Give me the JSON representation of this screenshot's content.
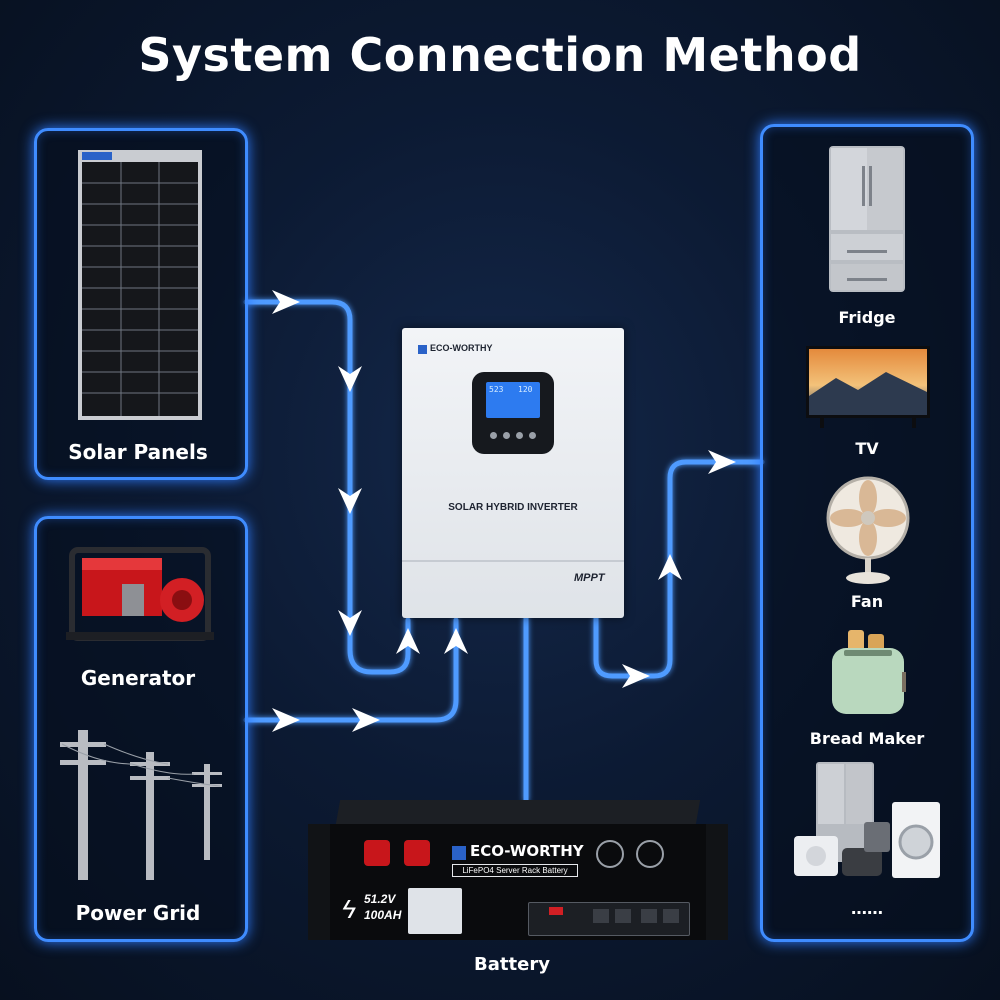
{
  "title": "System Connection Method",
  "sources": {
    "solar_label": "Solar Panels",
    "generator_label": "Generator",
    "grid_label": "Power Grid"
  },
  "inverter": {
    "brand": "ECO-WORTHY",
    "name": "SOLAR HYBRID INVERTER",
    "tech": "MPPT",
    "display_left": "523",
    "display_right": "120"
  },
  "battery": {
    "label": "Battery",
    "brand": "ECO-WORTHY",
    "model": "LiFePO4 Server Rack Battery",
    "voltage": "51.2V",
    "capacity": "100AH"
  },
  "loads": {
    "fridge_label": "Fridge",
    "tv_label": "TV",
    "fan_label": "Fan",
    "bread_label": "Bread Maker",
    "more_label": "……"
  },
  "colors": {
    "accent": "#3f8cff",
    "line": "#4f9bff",
    "arrow": "#ffffff"
  }
}
